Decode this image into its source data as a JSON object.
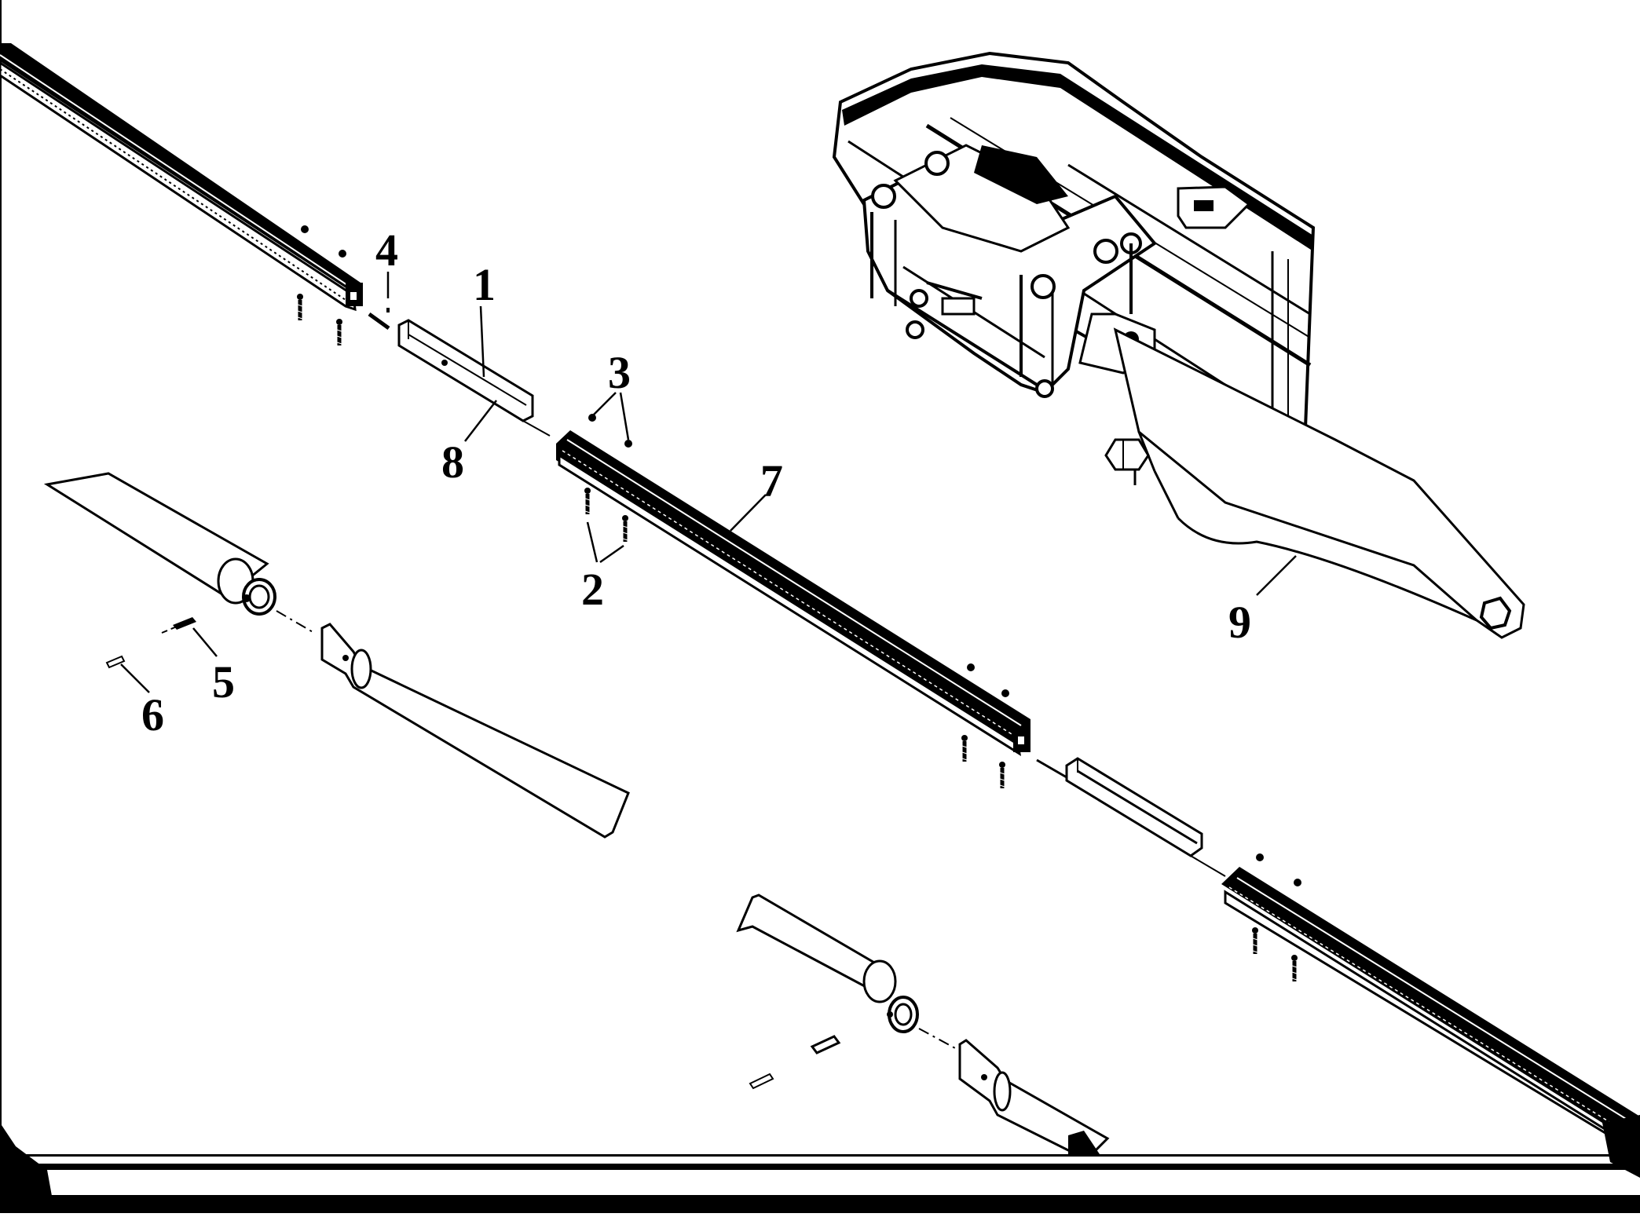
{
  "diagram": {
    "callouts": [
      {
        "id": "callout-1",
        "label": "1"
      },
      {
        "id": "callout-2",
        "label": "2"
      },
      {
        "id": "callout-3",
        "label": "3"
      },
      {
        "id": "callout-4",
        "label": "4"
      },
      {
        "id": "callout-5",
        "label": "5"
      },
      {
        "id": "callout-6",
        "label": "6"
      },
      {
        "id": "callout-7",
        "label": "7"
      },
      {
        "id": "callout-8",
        "label": "8"
      },
      {
        "id": "callout-9",
        "label": "9"
      }
    ]
  }
}
